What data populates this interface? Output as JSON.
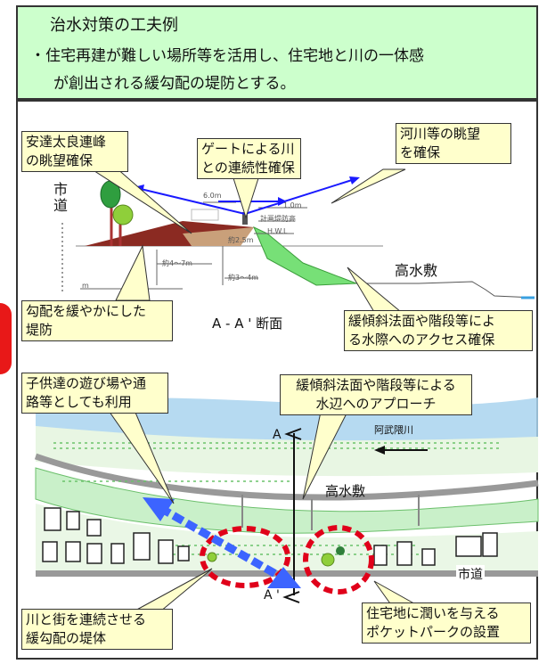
{
  "header": {
    "title": "治水対策の工夫例",
    "line1": "・住宅再建が難しい場所等を活用し、住宅地と川の一体感",
    "line2": "が創出される緩勾配の堤防とする。"
  },
  "callouts": {
    "adachi": [
      "安達太良連峰",
      "の眺望確保"
    ],
    "gate": [
      "ゲートによる川",
      "との連続性確保"
    ],
    "river_view": [
      "河川等の眺望",
      "を確保"
    ],
    "gentle": [
      "勾配を緩やかにした",
      "堤防"
    ],
    "access": [
      "緩傾斜法面や階段等によ",
      "る水際へのアクセス確保"
    ],
    "children": [
      "子供達の遊び場や通",
      "路等としても利用"
    ],
    "approach": [
      "緩傾斜法面や階段等による",
      "水辺へのアプローチ"
    ],
    "levee_body": [
      "川と街を連続させる",
      "緩勾配の堤体"
    ],
    "pocket_park": [
      "住宅地に潤いを与える",
      "ポケットパークの設置"
    ]
  },
  "section": {
    "city_road_v": "市道",
    "high_water_bed": "高水敷",
    "section_label": "A - A ' 断面",
    "dim_top": "6.0m",
    "dim_right": "1.0m",
    "plan_levee": "計画堤防高",
    "hwl": "H.W.L",
    "dim_2_5": "約2.5m",
    "dim_4_7": "約4～7m",
    "dim_3_4": "約3～4m",
    "dim_m": "m"
  },
  "plan": {
    "a_top": "A",
    "a_bottom": "A '",
    "river_name": "阿武隈川",
    "high_water_bed": "高水敷",
    "city_road": "市道"
  },
  "colors": {
    "header_bg": "#ccffcc",
    "callout_bg": "#ffffcc",
    "arrow_blue": "#1a1aff",
    "red_dash": "#e0001a",
    "levee_green": "#9be79b",
    "river_blue": "#a9d3ef"
  }
}
